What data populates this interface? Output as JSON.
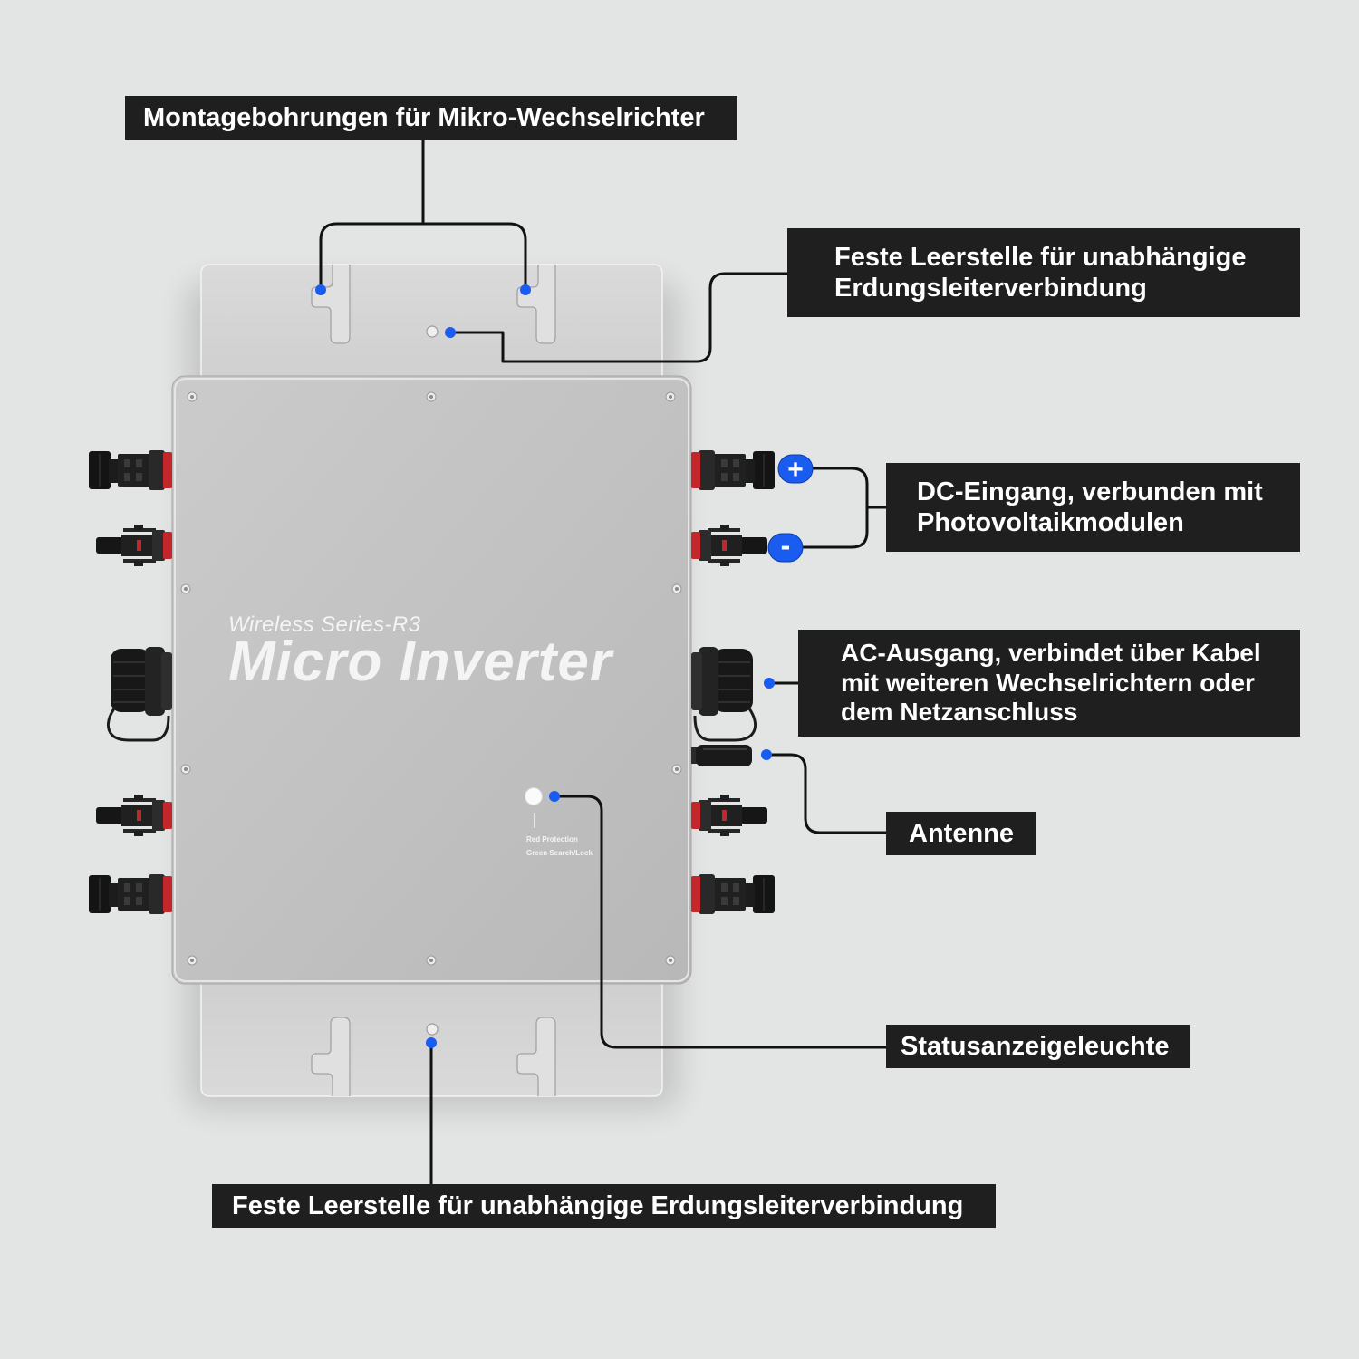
{
  "colors": {
    "background": "#e3e4e4",
    "callout_fill": "#1f1f1f",
    "callout_text": "#ffffff",
    "leader_line": "#111111",
    "marker_blue": "#1a5cf0",
    "connector_red": "#c3262b"
  },
  "callouts": {
    "mounting_holes": "Montagebohrungen für Mikro-Wechselrichter",
    "ground_top": [
      "Feste Leerstelle für unabhängige",
      "Erdungsleiterverbindung"
    ],
    "dc_input": [
      "DC-Eingang, verbunden mit",
      "Photovoltaikmodulen"
    ],
    "ac_output": [
      "AC-Ausgang, verbindet über Kabel",
      "mit weiteren Wechselrichtern oder",
      "dem Netzanschluss"
    ],
    "antenna": "Antenne",
    "status_light": "Statusanzeigeleuchte",
    "ground_bottom": "Feste Leerstelle für unabhängige Erdungsleiterverbindung"
  },
  "device": {
    "series_label": "Wireless Series-R3",
    "model_label": "Micro Inverter",
    "led_legend": [
      "Red Protection",
      "Green Search/Lock"
    ]
  },
  "polarity": {
    "positive": "+",
    "negative": "-"
  }
}
